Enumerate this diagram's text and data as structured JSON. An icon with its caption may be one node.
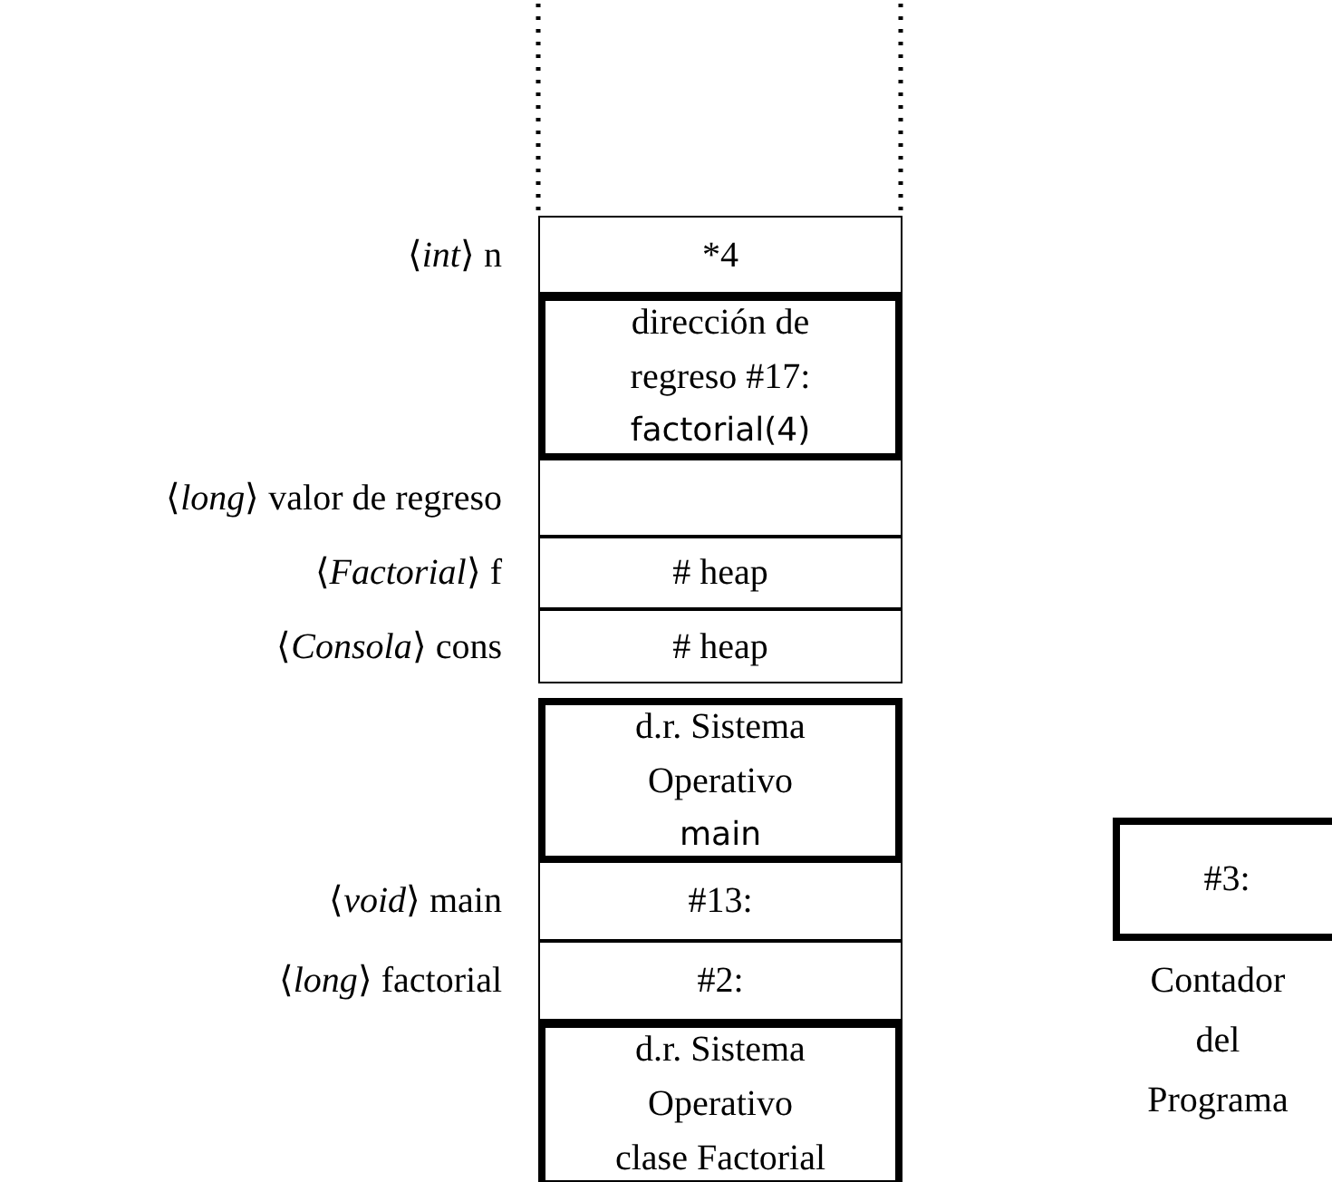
{
  "diagram": {
    "nodes": [
      {
        "text": [
          "*4"
        ],
        "beside": [
          "⟨*int*⟩ n"
        ]
      },
      {
        "text": [
          "dirección de regreso #17:",
          "factorial(4)"
        ]
      },
      {
        "text": [],
        "shape": "box",
        "beside": [
          "⟨*long*⟩ valor de regreso"
        ]
      },
      {
        "text": [
          "# heap"
        ],
        "beside": [
          "⟨*Factorial*⟩ f"
        ]
      },
      {
        "text": [
          "# heap"
        ],
        "beside": [
          "⟨*Consola*⟩ cons"
        ]
      },
      {
        "text": [
          "d.r. Sistema Operativo",
          "main"
        ]
      },
      {
        "text": [
          "#13:"
        ],
        "beside": [
          "⟨*void*⟩ main"
        ]
      },
      {
        "text": [
          "#2:"
        ],
        "beside": [
          "⟨*long*⟩ factorial"
        ]
      },
      {
        "text": [
          "d.r. Sistema Operativo",
          "clase Factorial"
        ]
      },
      {
        "text": [
          "#3:"
        ],
        "beside": [
          "Contador del Programa"
        ]
      }
    ]
  }
}
